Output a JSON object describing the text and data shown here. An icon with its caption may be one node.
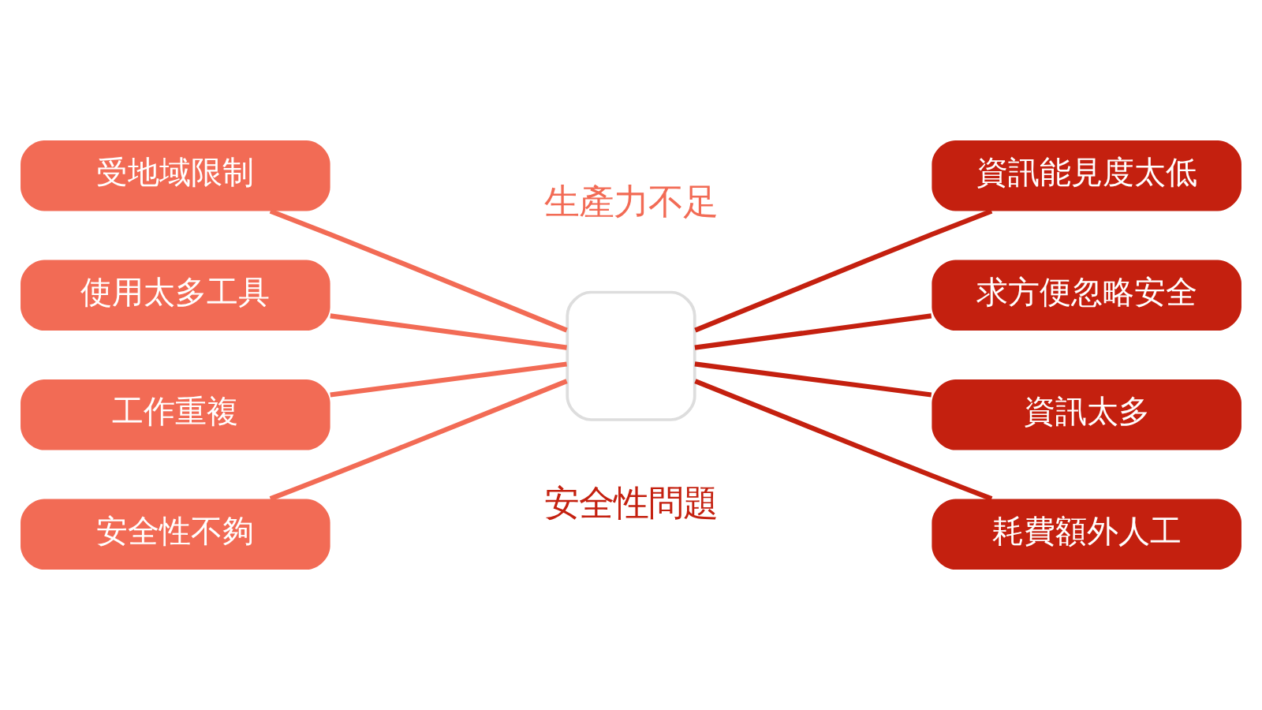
{
  "diagram": {
    "nodes": [
      {
        "text": [
          "受地域限制"
        ]
      },
      {
        "text": [
          "使用太多工具"
        ]
      },
      {
        "text": [
          "工作重複"
        ]
      },
      {
        "text": [
          "安全性不夠"
        ]
      },
      {
        "text": [],
        "shape": "box"
      },
      {
        "text": [
          "資訊能見度太低"
        ]
      },
      {
        "text": [
          "求方便忽略安全"
        ]
      },
      {
        "text": [
          "資訊太多"
        ]
      },
      {
        "text": [
          "耗費額外人工"
        ]
      }
    ],
    "edges": [
      {
        "from": 0,
        "to": 4,
        "arrow": "none",
        "color": "#f26b55"
      },
      {
        "from": 1,
        "to": 4,
        "arrow": "none",
        "color": "#f26b55"
      },
      {
        "from": 2,
        "to": 4,
        "arrow": "none",
        "color": "#f26b55"
      },
      {
        "from": 3,
        "to": 4,
        "arrow": "none",
        "color": "#f26b55"
      },
      {
        "from": 4,
        "to": 5,
        "arrow": "none",
        "color": "#c4200f"
      },
      {
        "from": 4,
        "to": 6,
        "arrow": "none",
        "color": "#c4200f"
      },
      {
        "from": 4,
        "to": 7,
        "arrow": "none",
        "color": "#c4200f"
      },
      {
        "from": 4,
        "to": 8,
        "arrow": "none",
        "color": "#c4200f"
      }
    ],
    "labels": [
      "生產力不足",
      "安全性問題"
    ]
  }
}
